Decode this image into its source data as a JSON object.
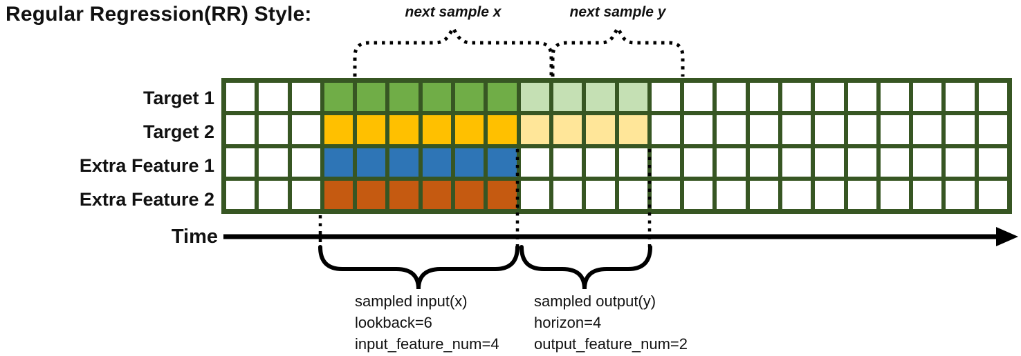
{
  "title": "Regular Regression(RR) Style:",
  "colors": {
    "grid_border": "#375623",
    "target1_input": "#70AD47",
    "target1_output": "#C5E0B4",
    "target2_input": "#FFC000",
    "target2_output": "#FFE699",
    "extra1_input": "#2E75B6",
    "extra2_input": "#C55A11",
    "empty_cell": "#FFFFFF",
    "annotation_ink": "#000000"
  },
  "top_braces": {
    "next_x_label": "next sample x",
    "next_y_label": "next sample y"
  },
  "grid": {
    "columns": 24,
    "lead_empty": 3,
    "input_len": 6,
    "output_len": 4,
    "rows": [
      {
        "label": "Target 1",
        "input_color": "#70AD47",
        "output_color": "#C5E0B4"
      },
      {
        "label": "Target 2",
        "input_color": "#FFC000",
        "output_color": "#FFE699"
      },
      {
        "label": "Extra Feature 1",
        "input_color": "#2E75B6",
        "output_color": null
      },
      {
        "label": "Extra Feature 2",
        "input_color": "#C55A11",
        "output_color": null
      }
    ]
  },
  "time_axis": {
    "label": "Time"
  },
  "annotations": {
    "input": {
      "lines": [
        "sampled input(x)",
        "lookback=6",
        "input_feature_num=4"
      ]
    },
    "output": {
      "lines": [
        "sampled output(y)",
        "horizon=4",
        "output_feature_num=2"
      ]
    }
  }
}
